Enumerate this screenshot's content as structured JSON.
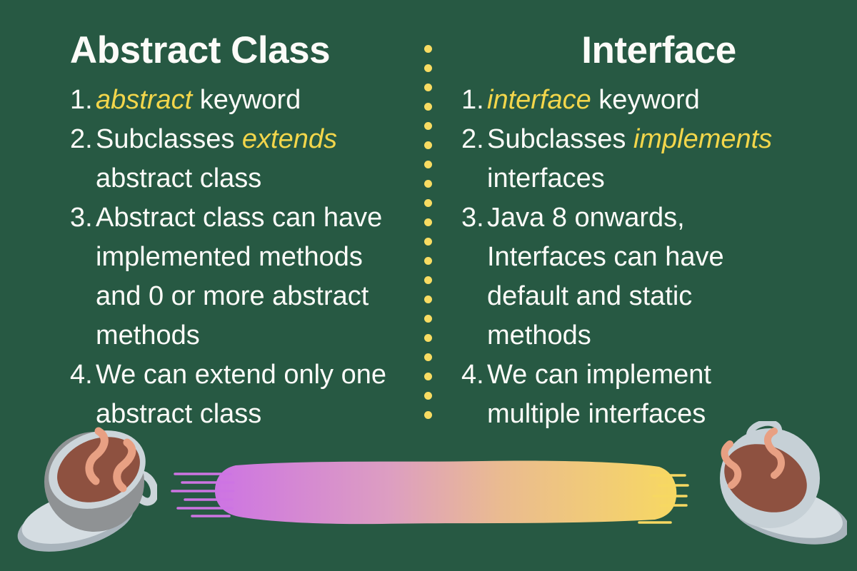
{
  "colors": {
    "background": "#275943",
    "text": "#FCFBF8",
    "keyword": "#F3D64B",
    "dot": "#F8DC62",
    "brush": [
      "#CD74E3",
      "#DD9EC1",
      "#EABB90",
      "#F7D862"
    ],
    "coffee": "#8E5140",
    "steam": "#E8A083",
    "cup_gray": "#8F9294",
    "cup_gray_pale": "#C6D0D6",
    "rim_gray": "#CCD5DA",
    "saucer": "#D5DDE2",
    "saucer_shadow": "#A9B4BC"
  },
  "left": {
    "title": "Abstract Class",
    "items": [
      {
        "num": "1.",
        "segments": [
          {
            "text": "abstract"
          },
          {
            "text": " keyword"
          }
        ]
      },
      {
        "num": "2.",
        "segments": [
          {
            "text": "Subclasses "
          },
          {
            "text": "extends"
          },
          {
            "text": "\nabstract class"
          }
        ]
      },
      {
        "num": "3.",
        "segments": [
          {
            "text": "Abstract class can have\nimplemented methods\nand 0 or more abstract\nmethods"
          }
        ]
      },
      {
        "num": "4.",
        "segments": [
          {
            "text": "We can extend only one\nabstract class"
          }
        ]
      }
    ]
  },
  "right": {
    "title": "Interface",
    "items": [
      {
        "num": "1.",
        "segments": [
          {
            "text": "interface"
          },
          {
            "text": " keyword"
          }
        ]
      },
      {
        "num": "2.",
        "segments": [
          {
            "text": "Subclasses "
          },
          {
            "text": "implements"
          },
          {
            "text": "\ninterfaces"
          }
        ]
      },
      {
        "num": "3.",
        "segments": [
          {
            "text": "Java 8 onwards,\nInterfaces can have\ndefault and static\nmethods"
          }
        ]
      },
      {
        "num": "4.",
        "segments": [
          {
            "text": "We can implement\nmultiple interfaces"
          }
        ]
      }
    ]
  },
  "divider": {
    "dot_count": 20
  },
  "decorations": {
    "left_icon": "coffee-cup",
    "right_icon": "coffee-cup",
    "bottom": "gradient-brush-stroke"
  }
}
